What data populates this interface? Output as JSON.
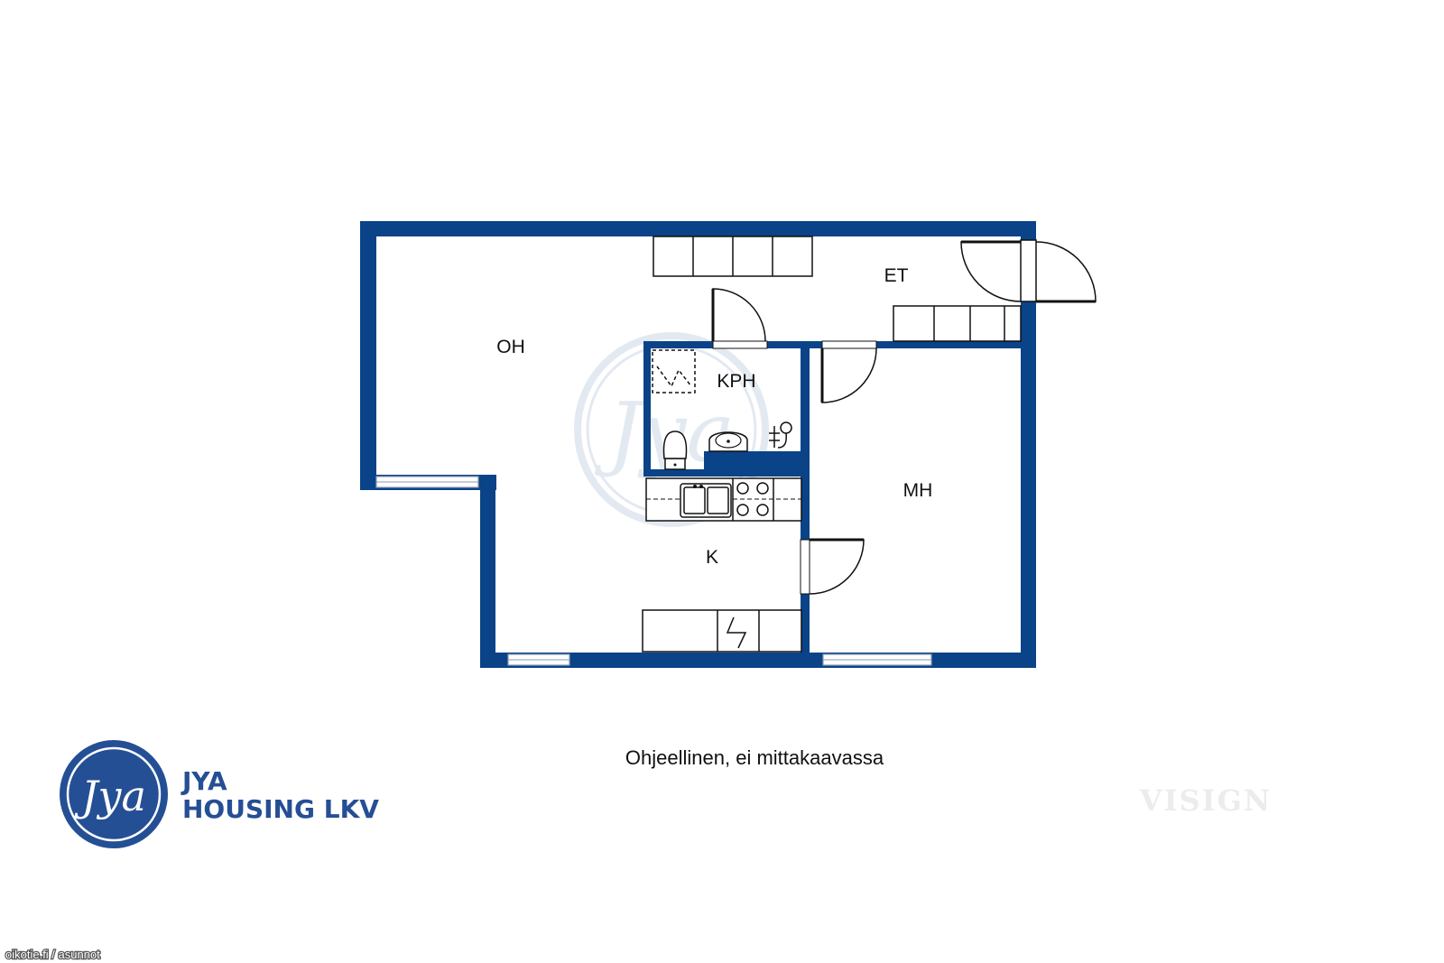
{
  "floorplan": {
    "rooms": [
      {
        "id": "oh",
        "label": "OH"
      },
      {
        "id": "et",
        "label": "ET"
      },
      {
        "id": "kph",
        "label": "KPH"
      },
      {
        "id": "mh",
        "label": "MH"
      },
      {
        "id": "k",
        "label": "K"
      }
    ],
    "caption": "Ohjeellinen, ei mittakaavassa"
  },
  "brand": {
    "logo_monogram": "Jya",
    "name_line1": "JYA",
    "name_line2": "HOUSING LKV",
    "watermark_monogram": "Jya"
  },
  "credits": {
    "visign": "VISIGN",
    "source": "oikotie.fi / asunnot"
  },
  "colors": {
    "wall": "#0a4387",
    "brand": "#254f95",
    "fixture_stroke": "#111111"
  }
}
